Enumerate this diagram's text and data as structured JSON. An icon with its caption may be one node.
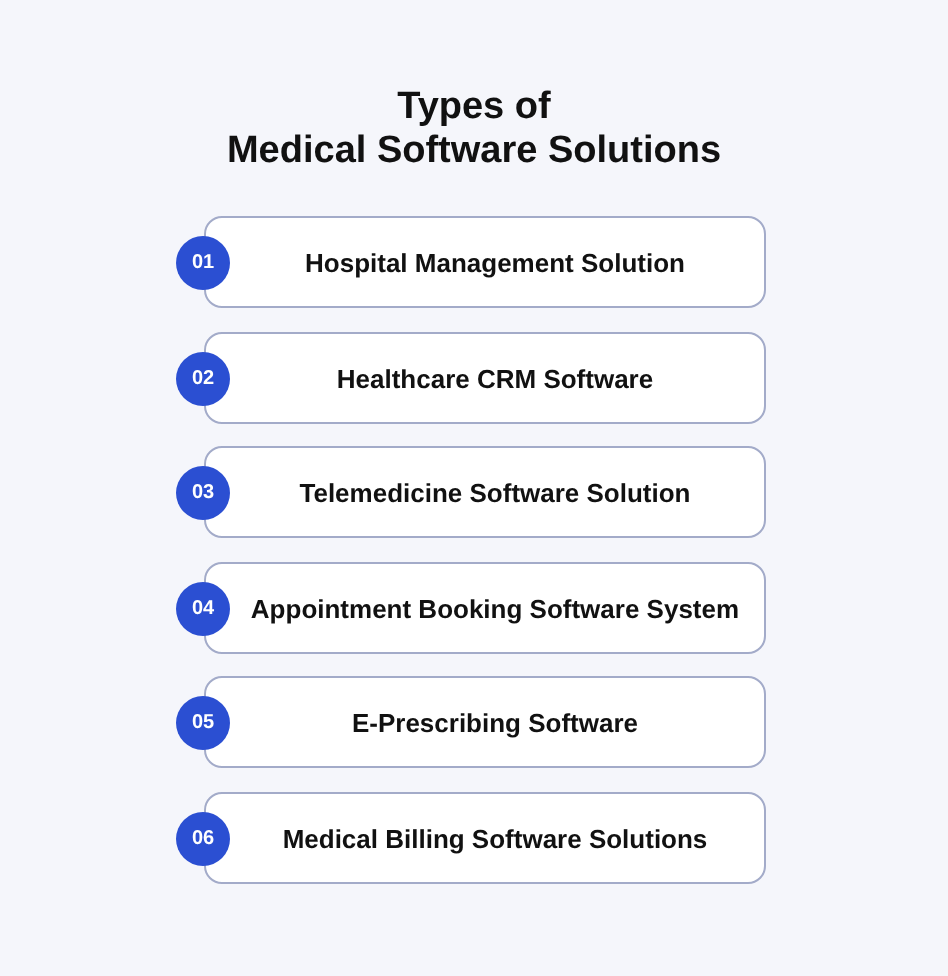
{
  "diagram": {
    "title": "Types of Medical Software Solutions",
    "nodes": [
      {
        "text": [
          "01"
        ]
      },
      {
        "text": [
          "Hospital Management Solution"
        ]
      },
      {
        "text": [
          "02"
        ]
      },
      {
        "text": [
          "Healthcare CRM Software"
        ]
      },
      {
        "text": [
          "03"
        ]
      },
      {
        "text": [
          "Telemedicine Software Solution"
        ]
      },
      {
        "text": [
          "04"
        ]
      },
      {
        "text": [
          "Appointment Booking Software System"
        ]
      },
      {
        "text": [
          "05"
        ]
      },
      {
        "text": [
          "E-Prescribing Software"
        ]
      },
      {
        "text": [
          "06"
        ]
      },
      {
        "text": [
          "Medical Billing Software Solutions"
        ]
      }
    ]
  }
}
